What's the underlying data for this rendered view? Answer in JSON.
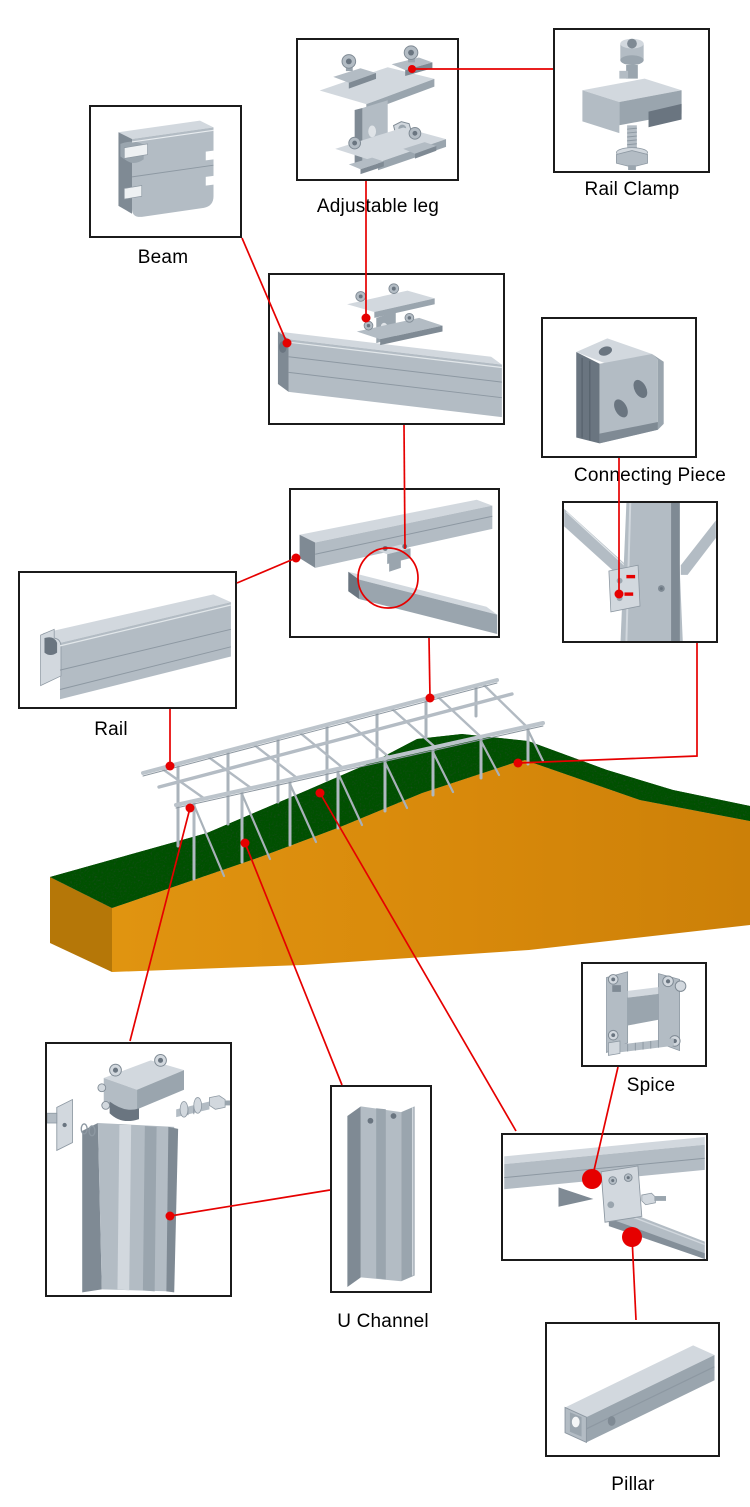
{
  "diagram": {
    "parts": [
      {
        "id": "beam",
        "label": "Beam"
      },
      {
        "id": "adjustable-leg",
        "label": "Adjustable leg"
      },
      {
        "id": "rail-clamp",
        "label": "Rail Clamp"
      },
      {
        "id": "connecting-piece",
        "label": "Connecting Piece"
      },
      {
        "id": "rail",
        "label": "Rail"
      },
      {
        "id": "spice",
        "label": "Spice"
      },
      {
        "id": "u-channel",
        "label": "U Channel"
      },
      {
        "id": "pillar",
        "label": "Pillar"
      }
    ],
    "colors": {
      "callout_line": "#e60000",
      "box_border": "#1b1b1b",
      "metal_light": "#d2d8de",
      "metal_mid": "#b3bcc4",
      "metal_dark": "#8d98a2",
      "grass": "#20421f",
      "dirt_front": "#d8890b",
      "dirt_side": "#b57708",
      "background": "#ffffff"
    }
  }
}
